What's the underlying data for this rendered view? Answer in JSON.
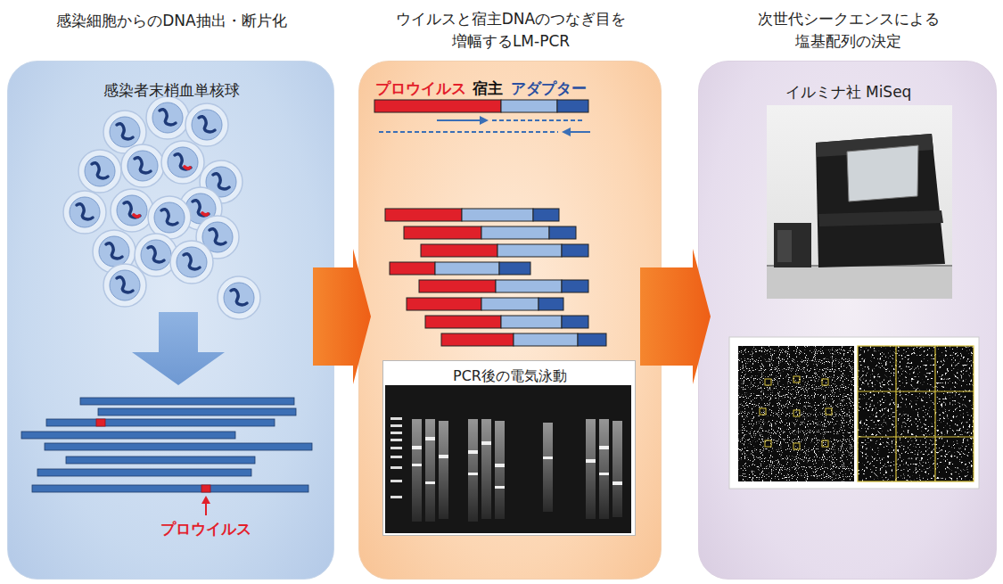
{
  "diagram": {
    "nodes": [
      {
        "text": [
          "感染細胞からのDNA抽出・断片化",
          "感染者末梢血単核球"
        ]
      },
      {
        "text": [
          "ウイルスと宿主DNAのつなぎ目を 増幅するLM-PCR"
        ]
      },
      {
        "text": [
          "PCR後の電気泳動"
        ],
        "in": 1
      },
      {
        "text": [
          "次世代シークエンスによる 塩基配列の決定",
          "イルミナ社 MiSeq"
        ]
      }
    ],
    "edges": [
      {
        "from": 0,
        "to": 1,
        "arrow": "to"
      },
      {
        "from": 1,
        "to": 3,
        "arrow": "to"
      }
    ],
    "labels": [
      "プロウイルス",
      "プロウイルス",
      "宿主",
      "アダプター"
    ]
  }
}
